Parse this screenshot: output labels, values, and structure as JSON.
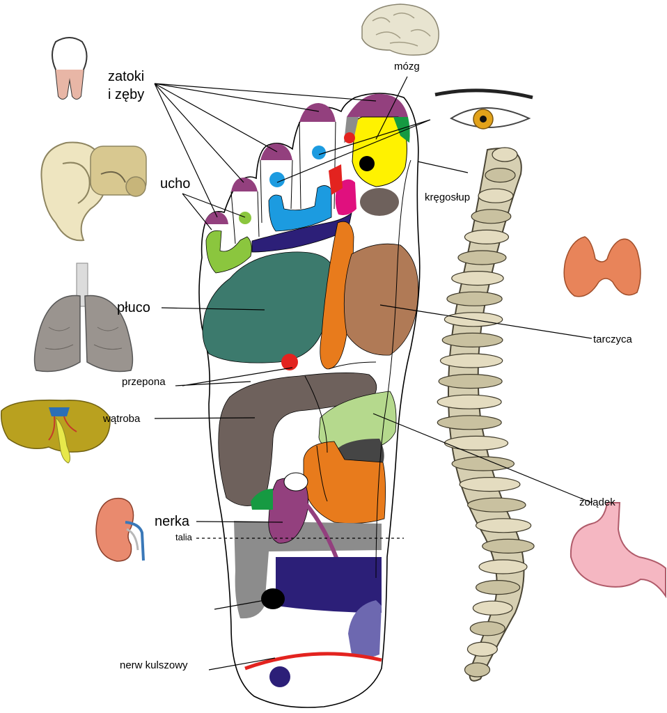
{
  "labels": {
    "zatoki_line1": "zatoki",
    "zatoki_line2": "i zęby",
    "ucho": "ucho",
    "mozg": "mózg",
    "kregoslup": "kręgosłup",
    "pluco": "płuco",
    "tarczyca": "tarczyca",
    "przepona": "przepona",
    "watroba": "wątroba",
    "zoladek": "żołądek",
    "nerka": "nerka",
    "talia": "talia",
    "nerw_kulszowy": "nerw kulszowy"
  },
  "colors": {
    "sinus": "#93407e",
    "ear": "#8bc63e",
    "eye_zone": "#1c9be0",
    "brain_zone": "#fff200",
    "spine_zone": "#e87b1c",
    "lung": "#3c7a6d",
    "thyroid_zone": "#b07a56",
    "liver_zone": "#6e615c",
    "stomach_zone": "#b5d98d",
    "kidney_zone": "#93407e",
    "waist_band": "#8c8c8c",
    "intestine": "#2c1f78",
    "sciatic": "#e3231f"
  }
}
